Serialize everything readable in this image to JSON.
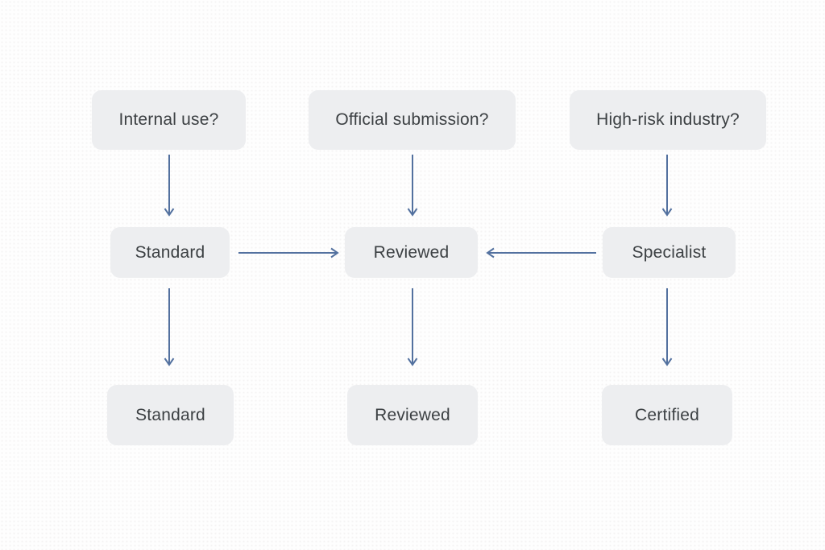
{
  "diagram": {
    "title": "",
    "questions": [
      {
        "id": "q1",
        "label": "Internal use?"
      },
      {
        "id": "q2",
        "label": "Official submission?"
      },
      {
        "id": "q3",
        "label": "High-risk industry?"
      }
    ],
    "processes": [
      {
        "id": "m1",
        "label": "Standard"
      },
      {
        "id": "m2",
        "label": "Reviewed"
      },
      {
        "id": "m3",
        "label": "Specialist"
      }
    ],
    "outcomes": [
      {
        "id": "o1",
        "label": "Standard"
      },
      {
        "id": "o2",
        "label": "Reviewed"
      },
      {
        "id": "o3",
        "label": "Certified"
      }
    ],
    "connections": [
      {
        "from": "Internal use?",
        "to": "Standard",
        "direction": "down"
      },
      {
        "from": "Official submission?",
        "to": "Reviewed",
        "direction": "down"
      },
      {
        "from": "High-risk industry?",
        "to": "Specialist",
        "direction": "down"
      },
      {
        "from": "Standard",
        "to": "Reviewed",
        "direction": "right"
      },
      {
        "from": "Specialist",
        "to": "Reviewed",
        "direction": "left"
      },
      {
        "from": "Standard",
        "to": "Standard",
        "direction": "down"
      },
      {
        "from": "Reviewed",
        "to": "Reviewed",
        "direction": "down"
      },
      {
        "from": "Specialist",
        "to": "Certified",
        "direction": "down"
      }
    ],
    "colors": {
      "background": "#fefefe",
      "node_fill": "#edeef0",
      "node_text": "#3c4043",
      "arrow": "#53719f"
    }
  }
}
